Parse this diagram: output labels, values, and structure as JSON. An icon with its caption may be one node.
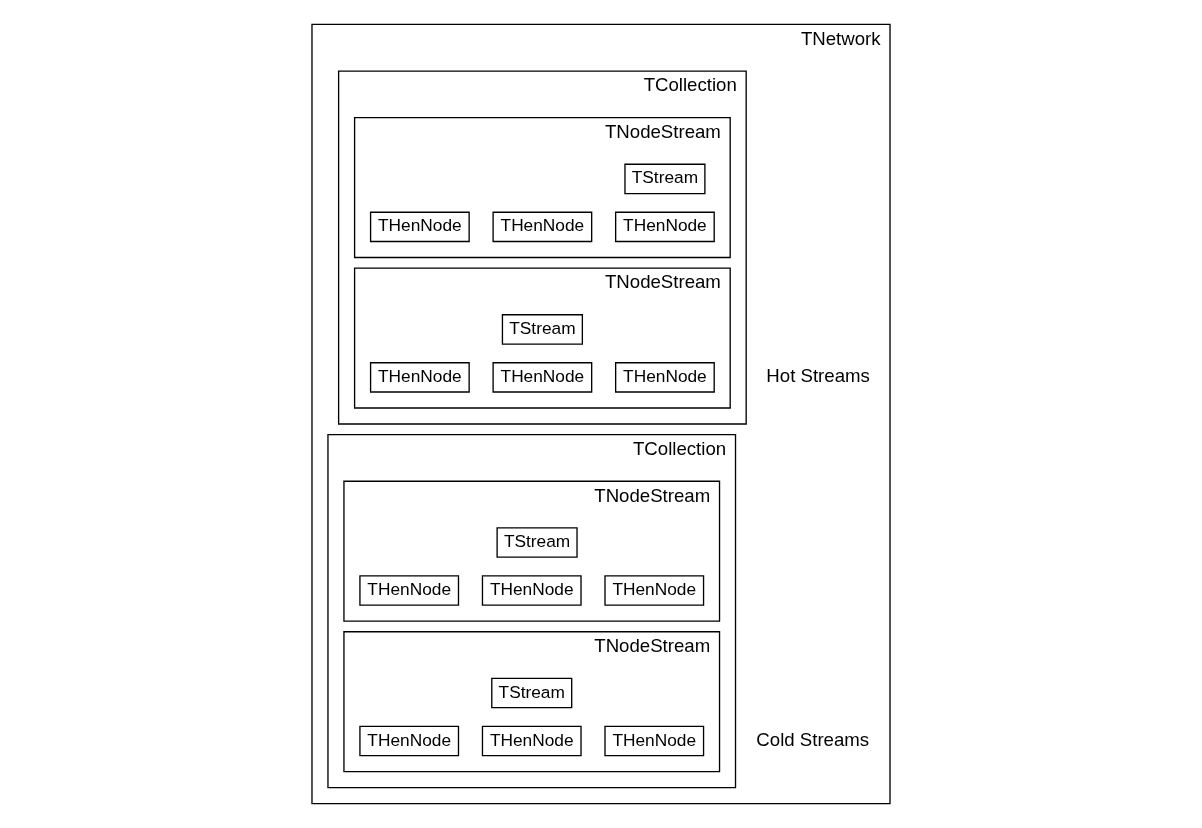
{
  "diagram": {
    "nodes": [
      {
        "text": [
          "TNetwork"
        ]
      },
      {
        "text": [
          "TCollection"
        ],
        "in": 0
      },
      {
        "text": [
          "TNodeStream"
        ],
        "in": 1
      },
      {
        "text": [
          "TStream"
        ],
        "in": 2
      },
      {
        "text": [
          "THenNode"
        ],
        "in": 2
      },
      {
        "text": [
          "THenNode"
        ],
        "in": 2
      },
      {
        "text": [
          "THenNode"
        ],
        "in": 2
      },
      {
        "text": [
          "TNodeStream"
        ],
        "in": 1
      },
      {
        "text": [
          "TStream"
        ],
        "in": 7
      },
      {
        "text": [
          "THenNode"
        ],
        "in": 7
      },
      {
        "text": [
          "THenNode"
        ],
        "in": 7
      },
      {
        "text": [
          "THenNode"
        ],
        "in": 7
      },
      {
        "text": [
          "TCollection"
        ],
        "in": 0
      },
      {
        "text": [
          "TNodeStream"
        ],
        "in": 12
      },
      {
        "text": [
          "TStream"
        ],
        "in": 13
      },
      {
        "text": [
          "THenNode"
        ],
        "in": 13
      },
      {
        "text": [
          "THenNode"
        ],
        "in": 13
      },
      {
        "text": [
          "THenNode"
        ],
        "in": 13
      },
      {
        "text": [
          "TNodeStream"
        ],
        "in": 12
      },
      {
        "text": [
          "TStream"
        ],
        "in": 18
      },
      {
        "text": [
          "THenNode"
        ],
        "in": 18
      },
      {
        "text": [
          "THenNode"
        ],
        "in": 18
      },
      {
        "text": [
          "THenNode"
        ],
        "in": 18
      }
    ],
    "edges": [],
    "labels": [
      "Hot Streams",
      "Cold Streams"
    ]
  }
}
